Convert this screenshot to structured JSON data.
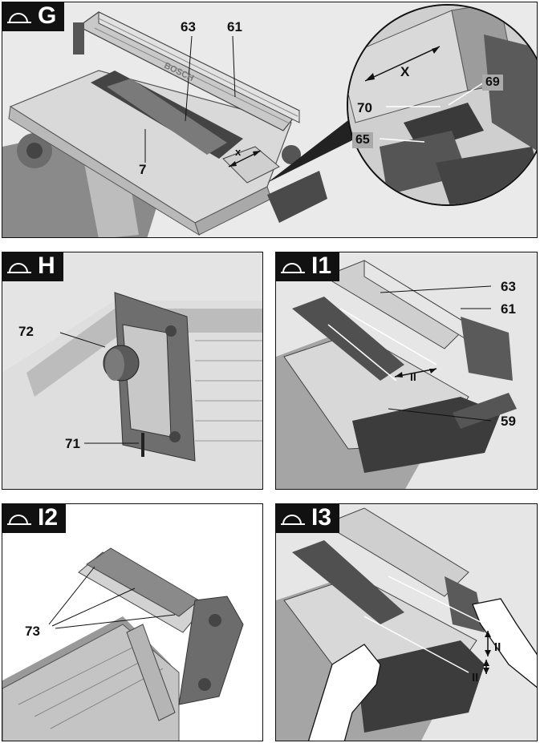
{
  "panels": {
    "g": {
      "label": "G",
      "callouts": {
        "c63": "63",
        "c61": "61",
        "c7": "7",
        "cx": "x",
        "cX": "X",
        "c69": "69",
        "c70": "70",
        "c65": "65"
      },
      "brand": "BOSCH"
    },
    "h": {
      "label": "H",
      "callouts": {
        "c72": "72",
        "c71": "71"
      }
    },
    "i1": {
      "label": "I1",
      "callouts": {
        "c63": "63",
        "c61": "61",
        "c59": "59",
        "cII": "II"
      }
    },
    "i2": {
      "label": "I2",
      "callouts": {
        "c73": "73"
      }
    },
    "i3": {
      "label": "I3",
      "callouts": {
        "cII_a": "II",
        "cII_b": "II"
      }
    }
  },
  "icons": [
    "saw-mode-icon"
  ]
}
